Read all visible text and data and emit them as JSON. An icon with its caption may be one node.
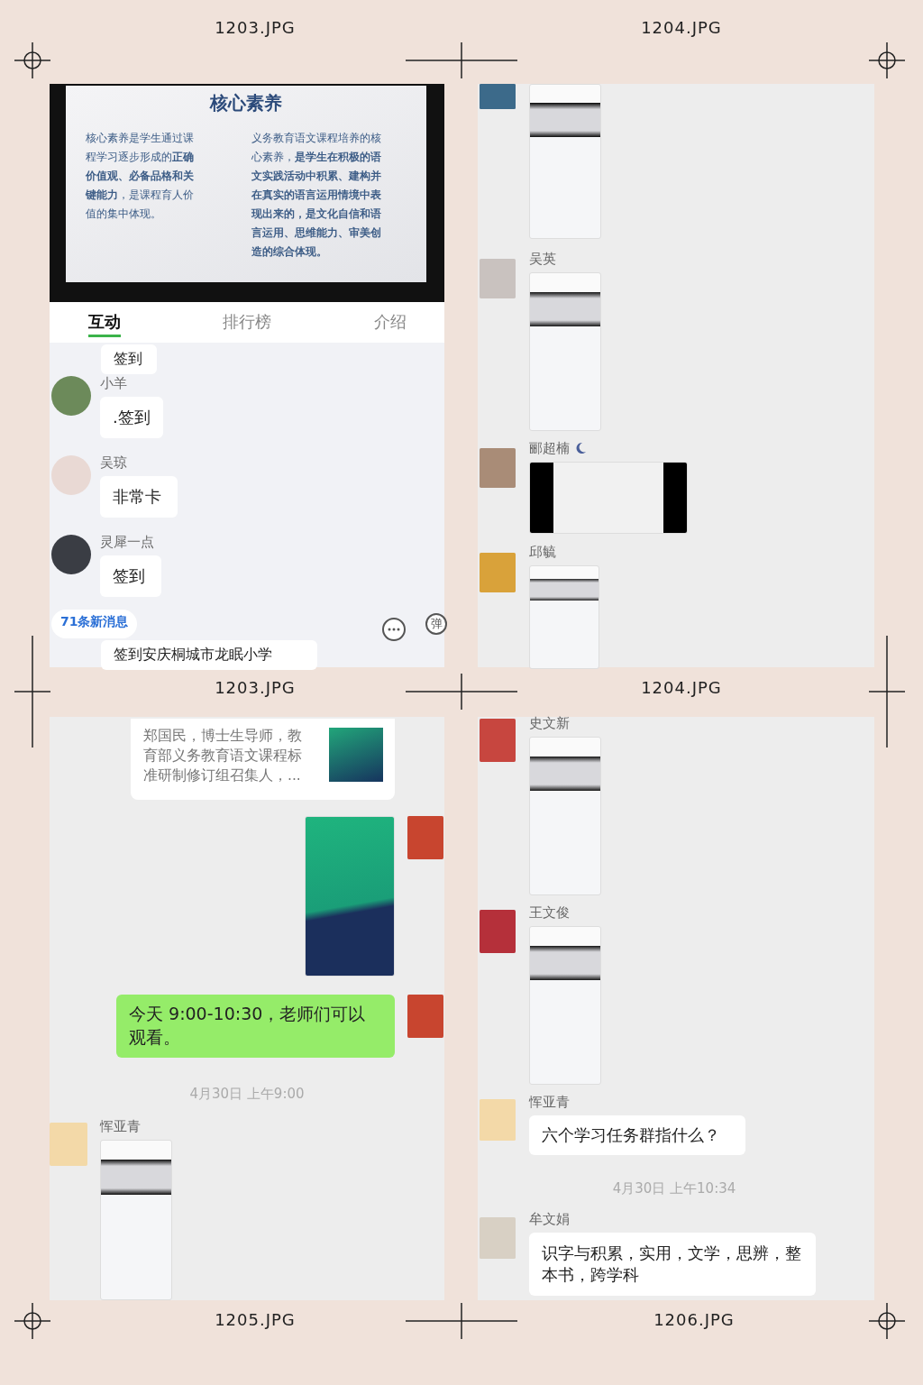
{
  "diagram": {
    "nodes": [
      {
        "text": [
          "核心素养",
          "核心素养是学生通过课程学习逐步形成的**正确价值观、必备品格和关键能力**，是课程育人价值的集中体现。",
          "义务教育语文课程培养的核心素养，**是学生在积极的语文实践活动中积累、建构并在真实的语言运用情境中表现出来的，是文化自信和语言运用、思维能力、审美创造的综合体现。**"
        ]
      },
      {
        "text": [
          "签到"
        ]
      },
      {
        "text": [
          ".签到"
        ],
        "beside": [
          "小羊"
        ]
      },
      {
        "text": [
          "非常卡"
        ],
        "beside": [
          "吴琼"
        ]
      },
      {
        "text": [
          "签到"
        ],
        "beside": [
          "灵犀一点"
        ]
      },
      {
        "text": [
          "签到安庆桐城市龙眠小学"
        ]
      },
      {
        "text": [],
        "shape": "picture"
      },
      {
        "text": [],
        "shape": "picture",
        "beside": [
          "吴英"
        ]
      },
      {
        "text": [],
        "shape": "picture",
        "beside": [
          "郦超楠"
        ]
      },
      {
        "text": [],
        "shape": "picture",
        "beside": [
          "邱毓"
        ]
      },
      {
        "text": [
          "郑国民，博士生导师，教育部义务教育语文课程标准研制修订组召集人，..."
        ]
      },
      {
        "text": [],
        "shape": "picture"
      },
      {
        "text": [
          "今天 9:00-10:30，老师们可以观看。"
        ]
      },
      {
        "text": [],
        "shape": "picture",
        "beside": [
          "恽亚青"
        ]
      },
      {
        "text": [],
        "shape": "picture",
        "beside": [
          "史文新"
        ]
      },
      {
        "text": [],
        "shape": "picture",
        "beside": [
          "王文俊"
        ]
      },
      {
        "text": [
          "六个学习任务群指什么？"
        ],
        "beside": [
          "恽亚青"
        ]
      },
      {
        "text": [
          "识字与积累，实用，文学，思辨，整本书，跨学科"
        ],
        "beside": [
          "牟文娟"
        ]
      }
    ],
    "edges": [],
    "labels": [
      "1203.JPG",
      "1204.JPG",
      "互动",
      "排行榜",
      "介绍",
      "71条新消息",
      "弹",
      "1203.JPG",
      "1204.JPG",
      "4月30日 上午9:00",
      "4月30日 上午10:34",
      "1205.JPG",
      "1206.JPG"
    ]
  }
}
